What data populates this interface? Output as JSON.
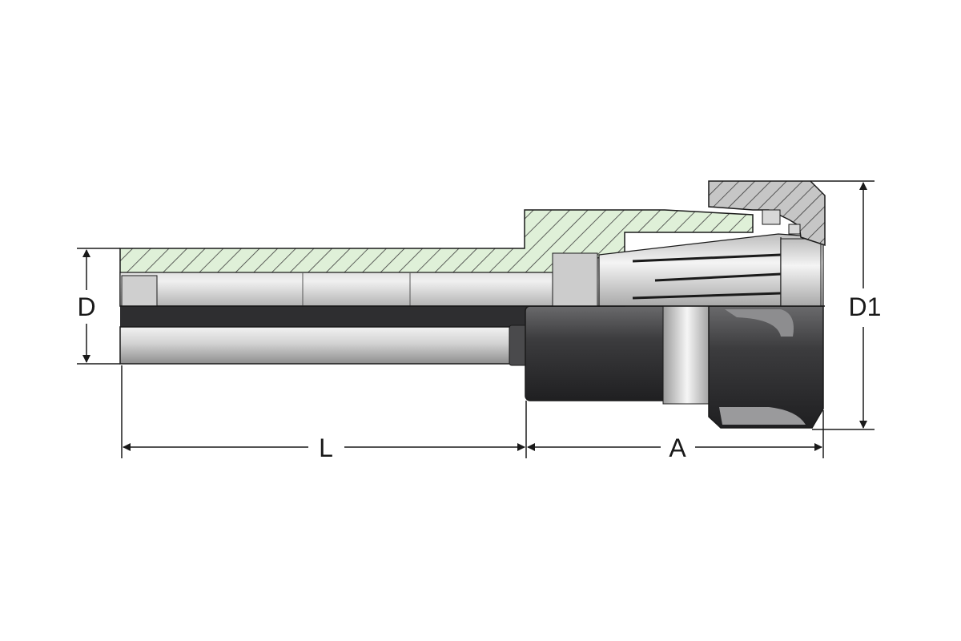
{
  "labels": {
    "length": "L",
    "overhang": "A",
    "shank_diameter": "D",
    "nut_diameter": "D1"
  },
  "colors": {
    "hatch_fill": "#dff0d8",
    "hatch_line": "#3a3a3a",
    "nut_hatch_fill": "#c6c6c6",
    "body_dark": "#2e2e30",
    "collet_light": "#e4e4e4",
    "outline": "#1a1a1a"
  }
}
